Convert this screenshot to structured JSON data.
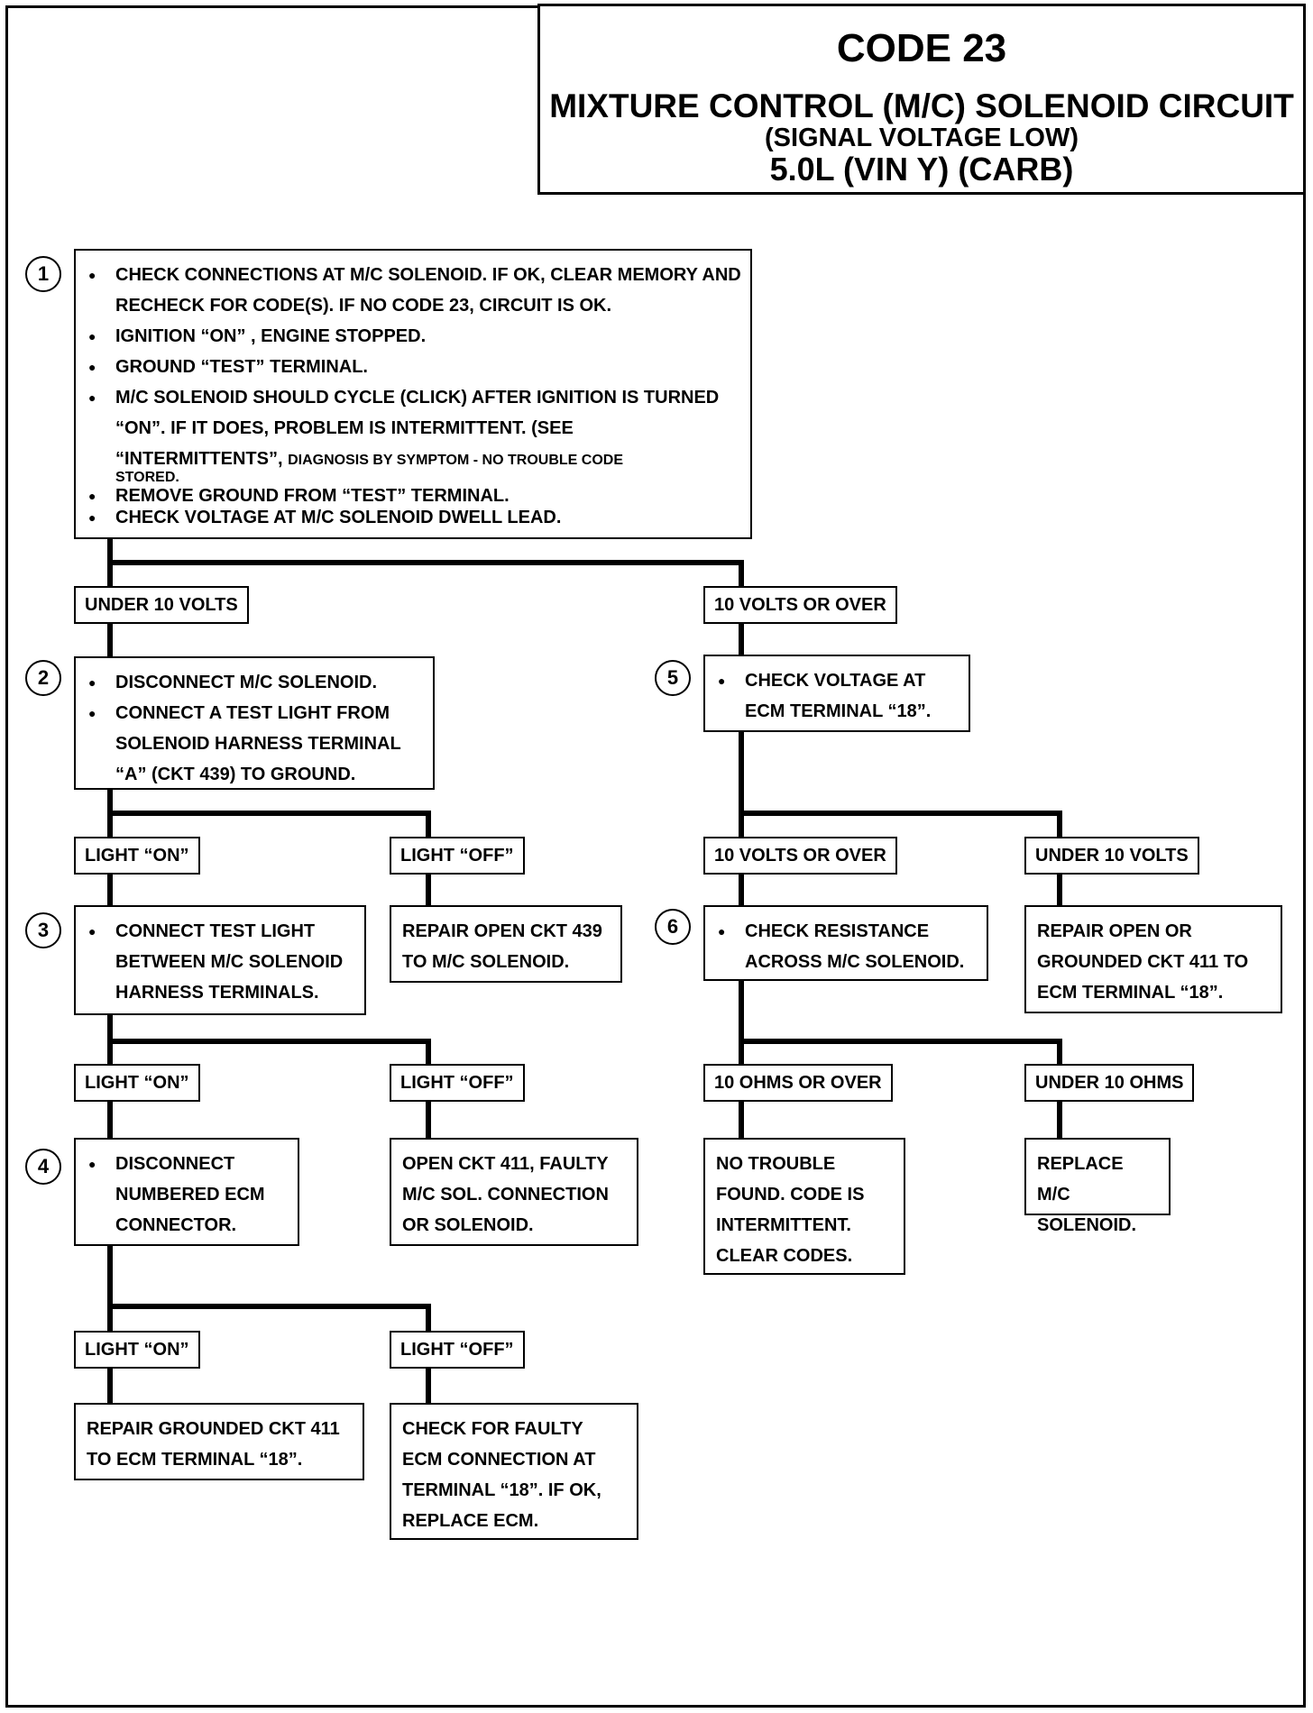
{
  "title": {
    "code": "CODE 23",
    "circuit": "MIXTURE CONTROL (M/C) SOLENOID CIRCUIT",
    "condition": "(SIGNAL VOLTAGE LOW)",
    "engine": "5.0L  (VIN Y)  (CARB)"
  },
  "steps": {
    "s1": {
      "number": "1",
      "items": [
        "CHECK CONNECTIONS AT M/C SOLENOID.  IF OK, CLEAR MEMORY AND RECHECK FOR CODE(S).  IF NO CODE 23, CIRCUIT IS OK.",
        "IGNITION “ON” , ENGINE STOPPED.",
        "GROUND “TEST” TERMINAL.",
        "M/C SOLENOID SHOULD CYCLE (CLICK) AFTER IGNITION IS TURNED “ON”.  IF IT DOES, PROBLEM IS INTERMITTENT.  (SEE “INTERMITTENTS”,",
        "REMOVE GROUND FROM “TEST” TERMINAL.",
        "CHECK VOLTAGE AT M/C SOLENOID DWELL LEAD."
      ],
      "item4_small": "DIAGNOSIS BY SYMPTOM - NO TROUBLE CODE",
      "item4_tail": "STORED."
    },
    "s2": {
      "number": "2",
      "items": [
        "DISCONNECT M/C SOLENOID.",
        "CONNECT A TEST LIGHT FROM SOLENOID HARNESS TERMINAL “A” (CKT 439) TO GROUND."
      ]
    },
    "s3": {
      "number": "3",
      "items": [
        "CONNECT TEST LIGHT BETWEEN M/C SOLENOID HARNESS TERMINALS."
      ]
    },
    "s4": {
      "number": "4",
      "items": [
        "DISCONNECT NUMBERED ECM CONNECTOR."
      ]
    },
    "s5": {
      "number": "5",
      "items": [
        "CHECK VOLTAGE  AT ECM TERMINAL “18”."
      ]
    },
    "s6": {
      "number": "6",
      "items": [
        "CHECK RESISTANCE ACROSS M/C SOLENOID."
      ]
    }
  },
  "labels": {
    "under10v_a": "UNDER 10 VOLTS",
    "over10v_a": "10 VOLTS OR OVER",
    "light_on_a": "LIGHT “ON”",
    "light_off_a": "LIGHT “OFF”",
    "over10v_b": "10 VOLTS OR OVER",
    "under10v_b": "UNDER 10 VOLTS",
    "light_on_b": "LIGHT “ON”",
    "light_off_b": "LIGHT “OFF”",
    "over10ohm": "10 OHMS OR OVER",
    "under10ohm": "UNDER 10 OHMS",
    "light_on_c": "LIGHT “ON”",
    "light_off_c": "LIGHT “OFF”"
  },
  "results": {
    "r_open439": "REPAIR OPEN CKT 439 TO M/C SOLENOID.",
    "r_open411_ecm": "REPAIR OPEN OR GROUNDED CKT 411 TO ECM TERMINAL “18”.",
    "r_open411_faulty": "OPEN CKT 411, FAULTY M/C SOL. CONNECTION OR SOLENOID.",
    "r_no_trouble": "NO TROUBLE FOUND.  CODE IS INTERMITTENT. CLEAR CODES.",
    "r_replace_sol": "REPLACE M/C SOLENOID.",
    "r_grounded411": "REPAIR GROUNDED CKT 411 TO ECM TERMINAL “18”.",
    "r_check_ecm": "CHECK FOR FAULTY ECM CONNECTION AT TERMINAL “18”.  IF OK, REPLACE ECM."
  }
}
